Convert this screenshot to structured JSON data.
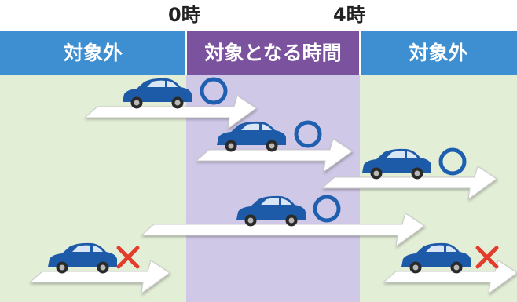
{
  "time_labels": {
    "start": "0時",
    "end": "4時"
  },
  "columns": {
    "left": "対象外",
    "center": "対象となる時間",
    "right": "対象外"
  },
  "colors": {
    "header_outside": "#3d8fd1",
    "header_target": "#7a529e",
    "band_outside": "#e2eed6",
    "band_target": "#cfc8e6",
    "car_body": "#1d5aa8",
    "circle_mark": "#1f5fb0",
    "cross_mark": "#e53b2c",
    "arrow": "#ffffff"
  },
  "icons": {
    "car": "car-icon",
    "ok": "circle-mark-icon",
    "ng": "cross-mark-icon",
    "arrow": "arrow-icon"
  },
  "rows": [
    {
      "mark": "ok",
      "covered": true
    },
    {
      "mark": "ok",
      "covered": true
    },
    {
      "mark": "ok",
      "covered": true
    },
    {
      "mark": "ok",
      "covered": true
    },
    {
      "mark": "ng",
      "covered": false
    },
    {
      "mark": "ng",
      "covered": false
    }
  ]
}
